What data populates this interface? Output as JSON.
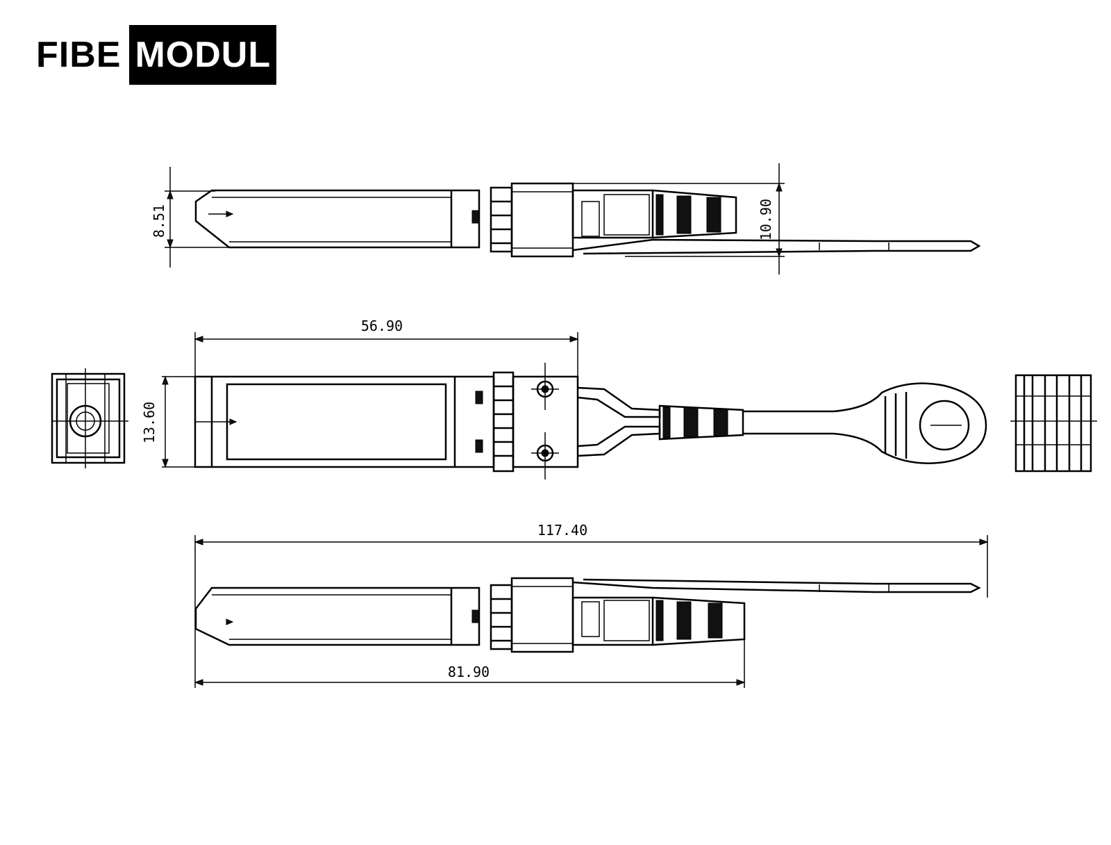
{
  "logo": {
    "fibe": "FIBE",
    "modul": "MODUL",
    "colors": {
      "text": "#000000",
      "box": "#000000",
      "box_text": "#ffffff"
    }
  },
  "dimensions": {
    "top_height": "8.51",
    "top_cable_height": "10.90",
    "module_length": "56.90",
    "module_width": "13.60",
    "overall_length": "117.40",
    "body_length": "81.90"
  },
  "views": [
    "side-view-top",
    "top-view",
    "front-end-view",
    "rear-end-view",
    "side-view-bottom"
  ]
}
